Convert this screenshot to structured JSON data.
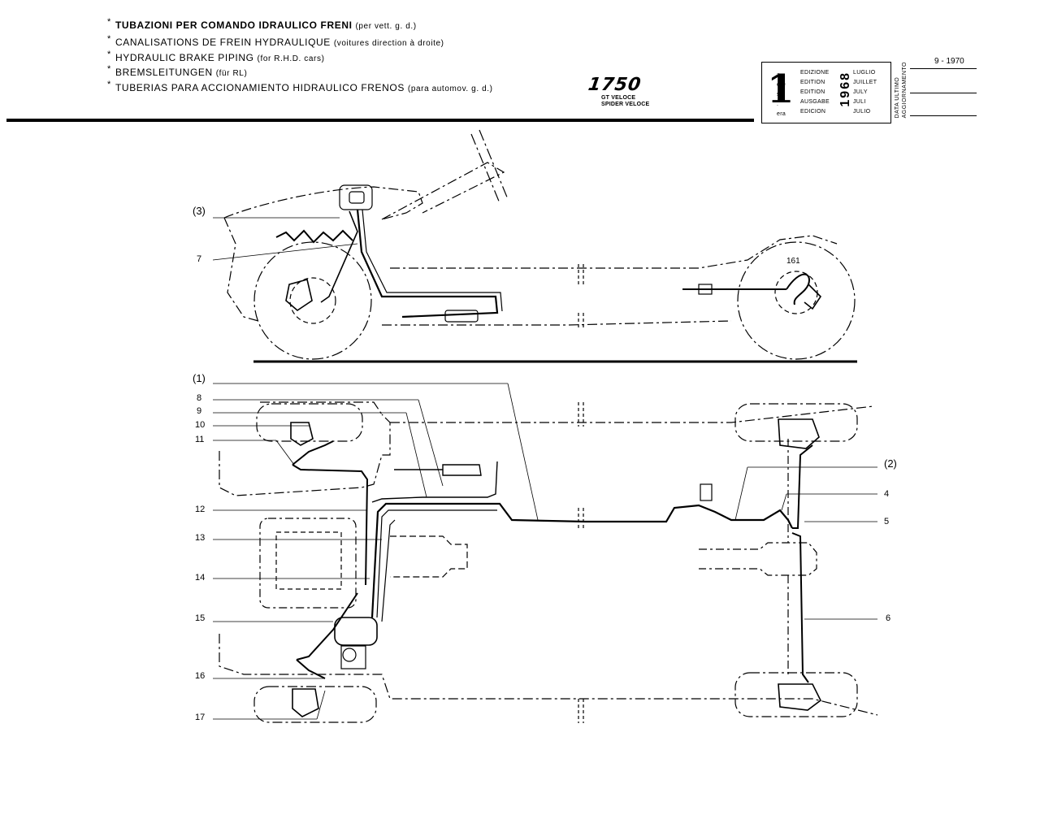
{
  "header": {
    "lines": [
      {
        "text": "TUBAZIONI PER COMANDO IDRAULICO FRENI",
        "suffix": "(per vett. g. d.)"
      },
      {
        "text": "CANALISATIONS DE FREIN  HYDRAULIQUE",
        "suffix": "(voitures direction à droite)"
      },
      {
        "text": "HYDRAULIC BRAKE PIPING",
        "suffix": "(for R.H.D. cars)"
      },
      {
        "text": "BREMSLEITUNGEN",
        "suffix": "(für RL)"
      },
      {
        "text": "TUBERIAS PARA ACCIONAMIENTO HIDRAULICO FRENOS",
        "suffix": "(para automov. g. d.)"
      }
    ],
    "bullet": "*"
  },
  "model": {
    "name": "1750",
    "variants": [
      "GT VELOCE",
      "SPIDER VELOCE"
    ]
  },
  "edition": {
    "number": "1",
    "suffixes": [
      "a",
      "ere",
      "st",
      ".",
      "era"
    ],
    "labels": [
      "EDIZIONE",
      "EDITION",
      "EDITION",
      "AUSGABE",
      "EDICION"
    ],
    "year": "1968",
    "months": [
      "LUGLIO",
      "JUILLET",
      "JULY",
      "JULI",
      "JULIO"
    ]
  },
  "update": {
    "label_line1": "DATA ULTIMO",
    "label_line2": "AGGIORNAMENTO",
    "date": "9 - 1970"
  },
  "callouts": {
    "c3": "(3)",
    "c7": "7",
    "c1": "(1)",
    "c8": "8",
    "c9": "9",
    "c10": "10",
    "c11": "11",
    "c12": "12",
    "c13": "13",
    "c14": "14",
    "c15": "15",
    "c16": "16",
    "c17": "17",
    "c2": "(2)",
    "c4": "4",
    "c5": "5",
    "c6": "6",
    "c161": "161"
  },
  "colors": {
    "ink": "#000000",
    "paper": "#ffffff"
  }
}
